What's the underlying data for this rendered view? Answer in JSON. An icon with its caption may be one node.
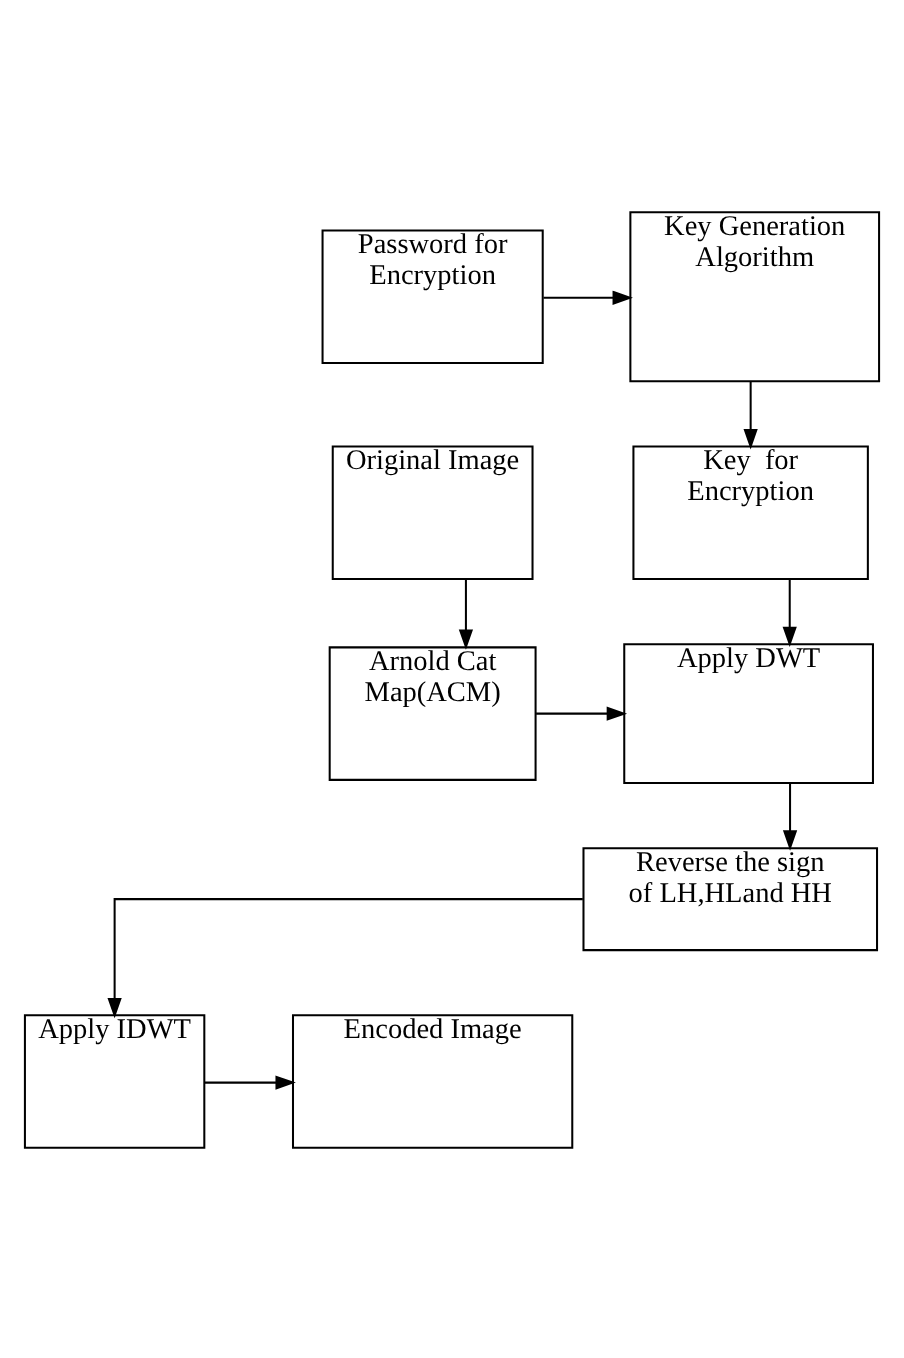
{
  "diagram": {
    "nodes": [
      {
        "text": [
          "Password for Encryption"
        ]
      },
      {
        "text": [
          "Key Generation Algorithm"
        ]
      },
      {
        "text": [
          "Original Image"
        ]
      },
      {
        "text": [
          "Key  for Encryption"
        ]
      },
      {
        "text": [
          "Arnold Cat Map(ACM)"
        ]
      },
      {
        "text": [
          "Apply DWT"
        ]
      },
      {
        "text": [
          "Reverse the sign of LH,HLand HH"
        ]
      },
      {
        "text": [
          "Encoded Image"
        ]
      },
      {
        "text": [
          "Apply IDWT"
        ]
      }
    ],
    "edges": [
      {
        "from": 0,
        "to": 1,
        "arrow": "to"
      },
      {
        "from": 1,
        "to": 3,
        "arrow": "to"
      },
      {
        "from": 2,
        "to": 4,
        "arrow": "to"
      },
      {
        "from": 3,
        "to": 5,
        "arrow": "to"
      },
      {
        "from": 4,
        "to": 5,
        "arrow": "to"
      },
      {
        "from": 5,
        "to": 6,
        "arrow": "to"
      },
      {
        "from": 6,
        "to": 8,
        "arrow": "to"
      },
      {
        "from": 8,
        "to": 7,
        "arrow": "to"
      }
    ]
  }
}
